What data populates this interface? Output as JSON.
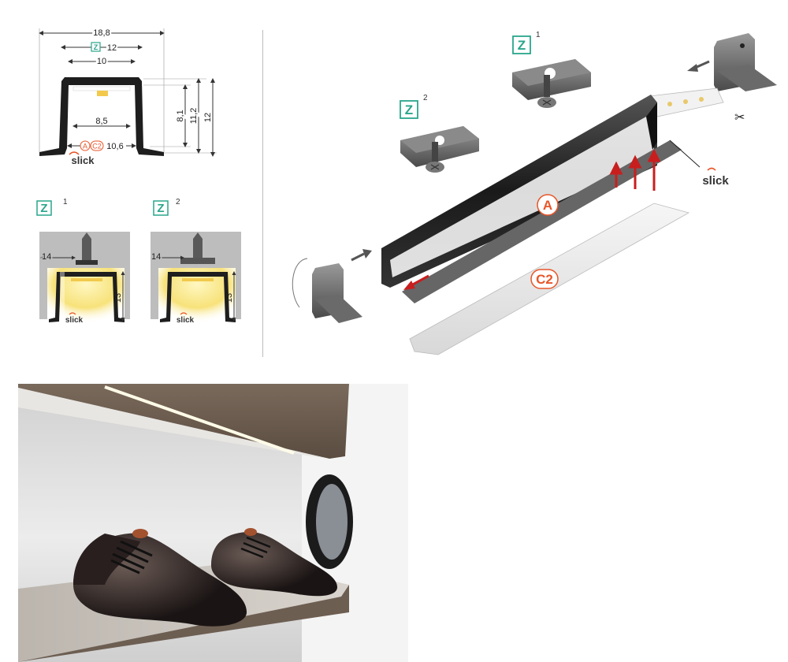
{
  "cross_section": {
    "dim_width_total": "18,8",
    "dim_width_z": "12",
    "dim_width_inner": "10",
    "dim_height_a": "8,1",
    "dim_height_b": "11,2",
    "dim_height_total": "12",
    "dim_inner_bottom": "8,5",
    "dim_diffuser_width": "10,6",
    "badge_z": "Z",
    "badge_a": "A",
    "badge_c2": "C2",
    "brand": "slick"
  },
  "mount_1": {
    "badge": "Z",
    "superscript": "1",
    "dim_width": "14",
    "dim_height": "13",
    "brand": "slick"
  },
  "mount_2": {
    "badge": "Z",
    "superscript": "2",
    "dim_width": "14",
    "dim_height": "13",
    "brand": "slick"
  },
  "assembly": {
    "clip1_badge": "Z",
    "clip1_sup": "1",
    "clip2_badge": "Z",
    "clip2_sup": "2",
    "profile_label": "A",
    "diffuser_label": "C2",
    "brand": "slick"
  },
  "colors": {
    "accent_orange": "#e8562a",
    "badge_green": "#2aa58c",
    "arrow_red": "#c81e1e",
    "profile_dark": "#1e1e1e",
    "mount_grey": "#bdbdbd"
  }
}
